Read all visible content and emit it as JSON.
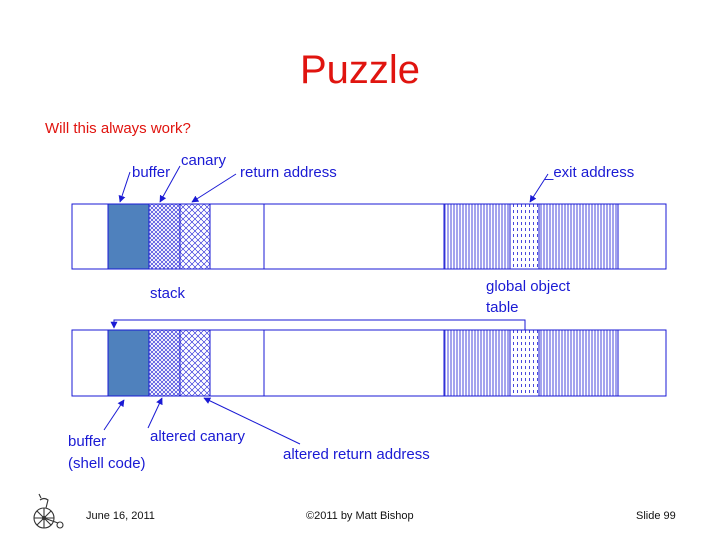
{
  "slide": {
    "title": "Puzzle",
    "question": "Will this always work?"
  },
  "diagram": {
    "labels": {
      "buffer_top": "buffer",
      "canary_top": "canary",
      "return_address_top": "return address",
      "exit_address": "_exit address",
      "stack": "stack",
      "global_object_table_1": "global object",
      "global_object_table_2": "table",
      "buffer_bottom_1": "buffer",
      "buffer_bottom_2": "(shell code)",
      "altered_canary": "altered canary",
      "altered_return_address": "altered return address"
    },
    "colors": {
      "line": "#1a1ad4",
      "buffer_fill": "#4f81bd",
      "title": "#e0140f"
    }
  },
  "footer": {
    "date": "June 16, 2011",
    "copyright": "©2011 by Matt Bishop",
    "slide_number": "Slide 99",
    "logo": "penny-farthing-bicycle-icon"
  }
}
